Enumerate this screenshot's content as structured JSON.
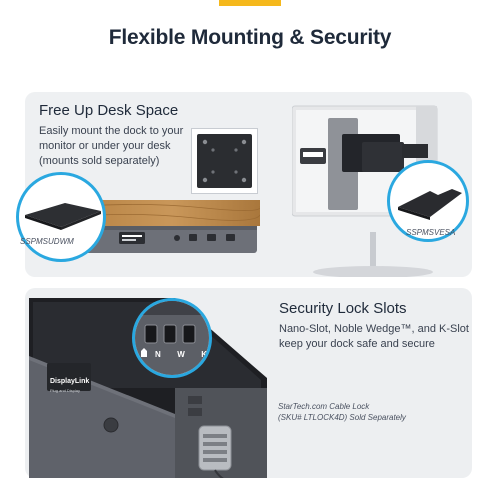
{
  "title": "Flexible Mounting & Security",
  "desk": {
    "heading": "Free Up Desk Space",
    "body": [
      "Easily mount the dock to your",
      "monitor or under your desk",
      "(mounts sold separately)"
    ],
    "caption_left": "SSPMSUDWM",
    "caption_right": "SSPMSVESA"
  },
  "security": {
    "heading": "Security Lock Slots",
    "body": [
      "Nano-Slot, Noble Wedge™, and K-Slot",
      "keep your dock safe and secure"
    ],
    "caption": [
      "StarTech.com Cable Lock",
      "(SKU# LTLOCK4D) Sold Separately"
    ],
    "slot_labels": [
      "N",
      "W",
      "K"
    ]
  },
  "dock": {
    "badge_label": "DisplayLink",
    "badge_sub": "Plug and Display"
  },
  "colors": {
    "accent": "#f5b81c",
    "circle_border": "#2aa8e0",
    "panel_bg": "#eef0f2"
  }
}
